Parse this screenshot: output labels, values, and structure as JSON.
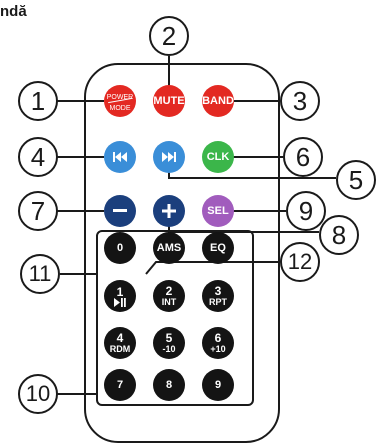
{
  "header_text": "ndă",
  "callouts": {
    "c1": "1",
    "c2": "2",
    "c3": "3",
    "c4": "4",
    "c5": "5",
    "c6": "6",
    "c7": "7",
    "c8": "8",
    "c9": "9",
    "c10": "10",
    "c11": "11",
    "c12": "12"
  },
  "buttons": {
    "power_top": "POWER",
    "power_bottom": "MODE",
    "mute": "MUTE",
    "band": "BAND",
    "prev_icon": "skip-back-icon",
    "next_icon": "skip-forward-icon",
    "clk": "CLK",
    "minus_icon": "minus-icon",
    "plus_icon": "plus-icon",
    "sel": "SEL",
    "zero": "0",
    "ams": "AMS",
    "eq": "EQ",
    "one": "1",
    "one_icon": "play-pause-icon",
    "two": "2",
    "two_sub": "INT",
    "three": "3",
    "three_sub": "RPT",
    "four": "4",
    "four_sub": "RDM",
    "five": "5",
    "five_sub": "-10",
    "six": "6",
    "six_sub": "+10",
    "seven": "7",
    "eight": "8",
    "nine": "9"
  },
  "colors": {
    "red": "#e32922",
    "blue": "#3a8ed8",
    "green": "#3bb64a",
    "purple": "#a15cbd",
    "navy": "#1b3f7d",
    "black": "#141414"
  }
}
